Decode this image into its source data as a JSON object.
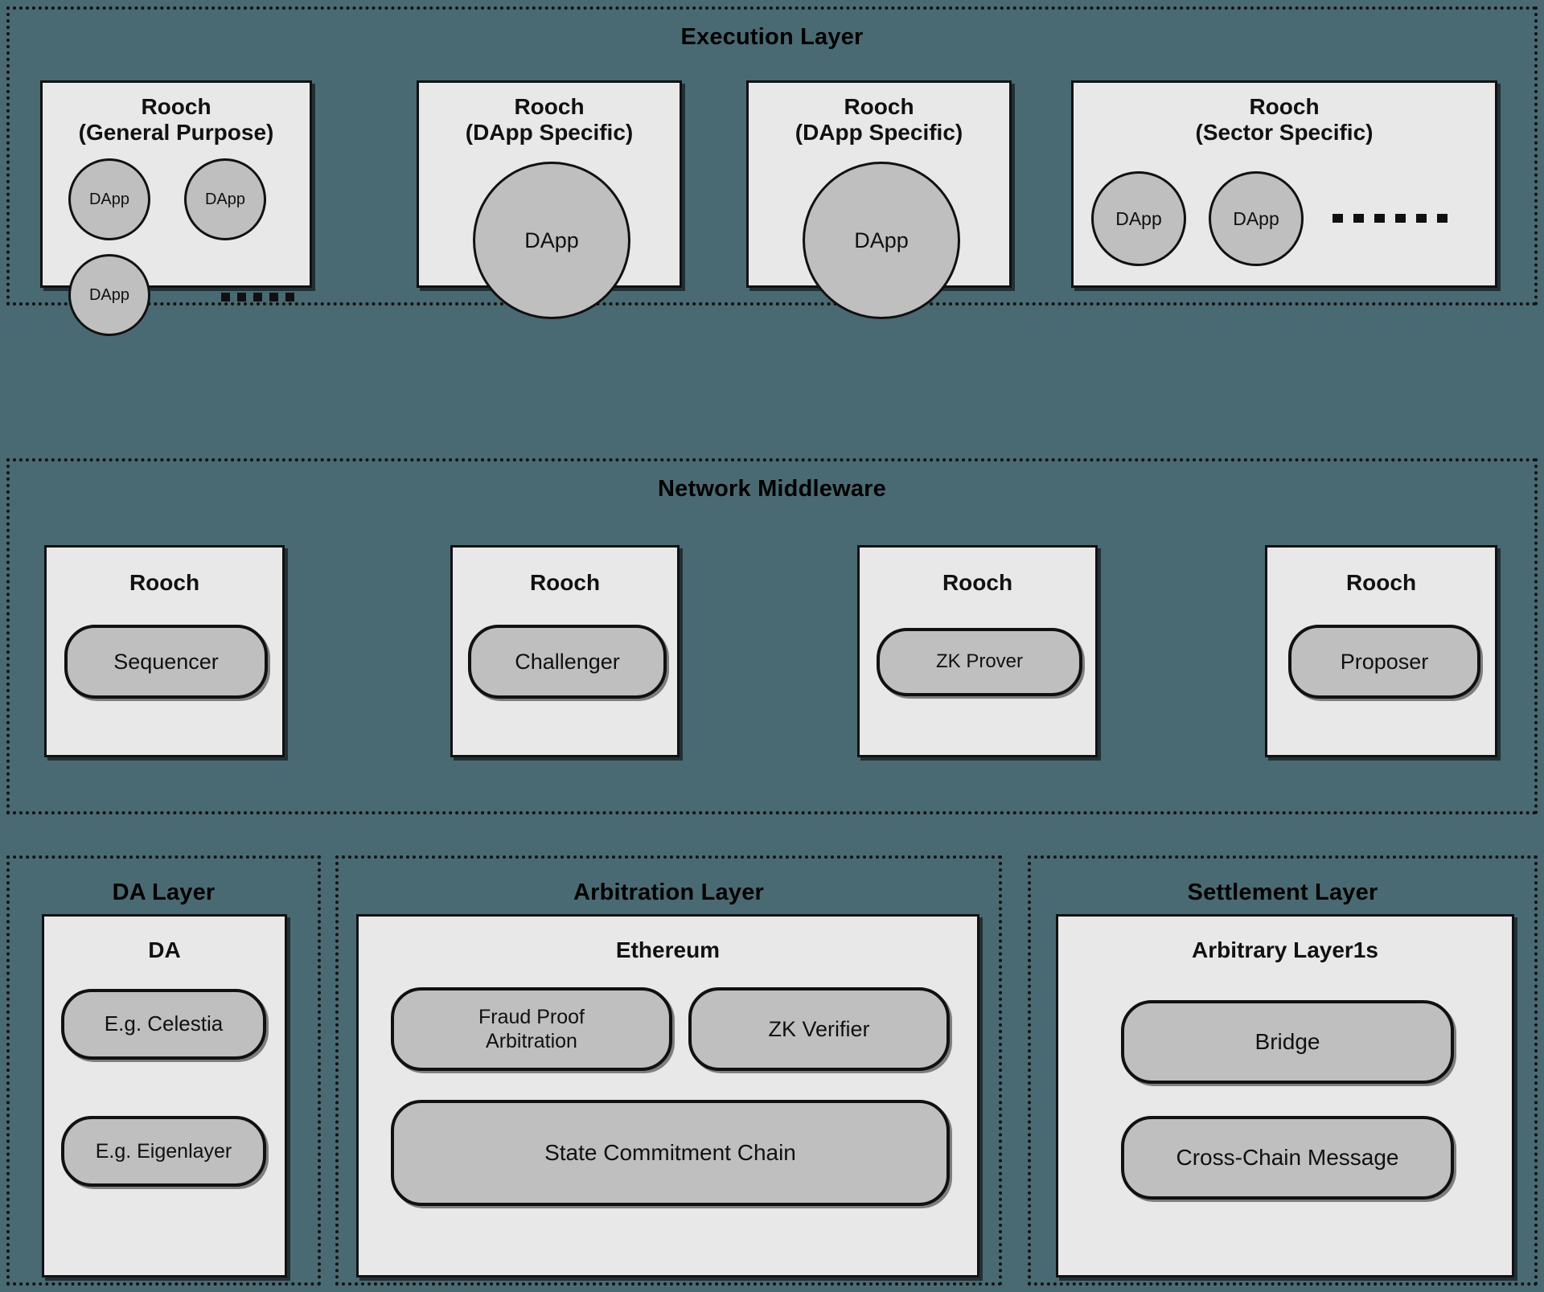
{
  "diagram": {
    "background_color": "#4a6a73",
    "node_fill": "#e8e8e8",
    "pill_fill": "#bfbfbf",
    "stroke_color": "#111111"
  },
  "layers": [
    {
      "id": "execution",
      "title": "Execution Layer",
      "nodes": [
        {
          "id": "rooch-general",
          "title_line1": "Rooch",
          "title_line2": "(General Purpose)",
          "dapps": [
            "DApp",
            "DApp",
            "DApp"
          ],
          "ellipsis": "......."
        },
        {
          "id": "rooch-dapp-specific-1",
          "title_line1": "Rooch",
          "title_line2": "(DApp Specific)",
          "dapps": [
            "DApp"
          ],
          "ellipsis": ""
        },
        {
          "id": "rooch-dapp-specific-2",
          "title_line1": "Rooch",
          "title_line2": "(DApp Specific)",
          "dapps": [
            "DApp"
          ],
          "ellipsis": ""
        },
        {
          "id": "rooch-sector-specific",
          "title_line1": "Rooch",
          "title_line2": "(Sector Specific)",
          "dapps": [
            "DApp",
            "DApp"
          ],
          "ellipsis": "........"
        }
      ]
    },
    {
      "id": "middleware",
      "title": "Network Middleware",
      "nodes": [
        {
          "id": "rooch-sequencer",
          "title": "Rooch",
          "pill": "Sequencer"
        },
        {
          "id": "rooch-challenger",
          "title": "Rooch",
          "pill": "Challenger"
        },
        {
          "id": "rooch-zk-prover",
          "title": "Rooch",
          "pill": "ZK Prover"
        },
        {
          "id": "rooch-proposer",
          "title": "Rooch",
          "pill": "Proposer"
        }
      ]
    },
    {
      "id": "da",
      "title": "DA Layer",
      "nodes": [
        {
          "id": "da",
          "title": "DA",
          "pills": [
            "E.g. Celestia",
            "E.g. Eigenlayer"
          ]
        }
      ]
    },
    {
      "id": "arbitration",
      "title": "Arbitration Layer",
      "nodes": [
        {
          "id": "ethereum",
          "title": "Ethereum",
          "pills": [
            "Fraud Proof\nArbitration",
            "ZK Verifier",
            "State Commitment Chain"
          ]
        }
      ]
    },
    {
      "id": "settlement",
      "title": "Settlement Layer",
      "nodes": [
        {
          "id": "arbitrary-layer1s",
          "title": "Arbitrary Layer1s",
          "pills": [
            "Bridge",
            "Cross-Chain Message"
          ]
        }
      ]
    }
  ],
  "labels": {
    "execution_layer": "Execution Layer",
    "network_middleware": "Network Middleware",
    "da_layer": "DA Layer",
    "arbitration_layer": "Arbitration Layer",
    "settlement_layer": "Settlement Layer",
    "rooch": "Rooch",
    "rooch_general_purpose_l1": "Rooch",
    "rooch_general_purpose_l2": "(General Purpose)",
    "rooch_dapp_specific_l1": "Rooch",
    "rooch_dapp_specific_l2": "(DApp Specific)",
    "rooch_sector_specific_l1": "Rooch",
    "rooch_sector_specific_l2": "(Sector Specific)",
    "dapp": "DApp",
    "sequencer": "Sequencer",
    "challenger": "Challenger",
    "zk_prover": "ZK Prover",
    "proposer": "Proposer",
    "da": "DA",
    "celestia": "E.g. Celestia",
    "eigenlayer": "E.g. Eigenlayer",
    "ethereum": "Ethereum",
    "fraud_proof_line1": "Fraud Proof",
    "fraud_proof_line2": "Arbitration",
    "zk_verifier": "ZK Verifier",
    "state_commitment_chain": "State Commitment Chain",
    "arbitrary_layer1s": "Arbitrary Layer1s",
    "bridge": "Bridge",
    "cross_chain_message": "Cross-Chain Message"
  }
}
